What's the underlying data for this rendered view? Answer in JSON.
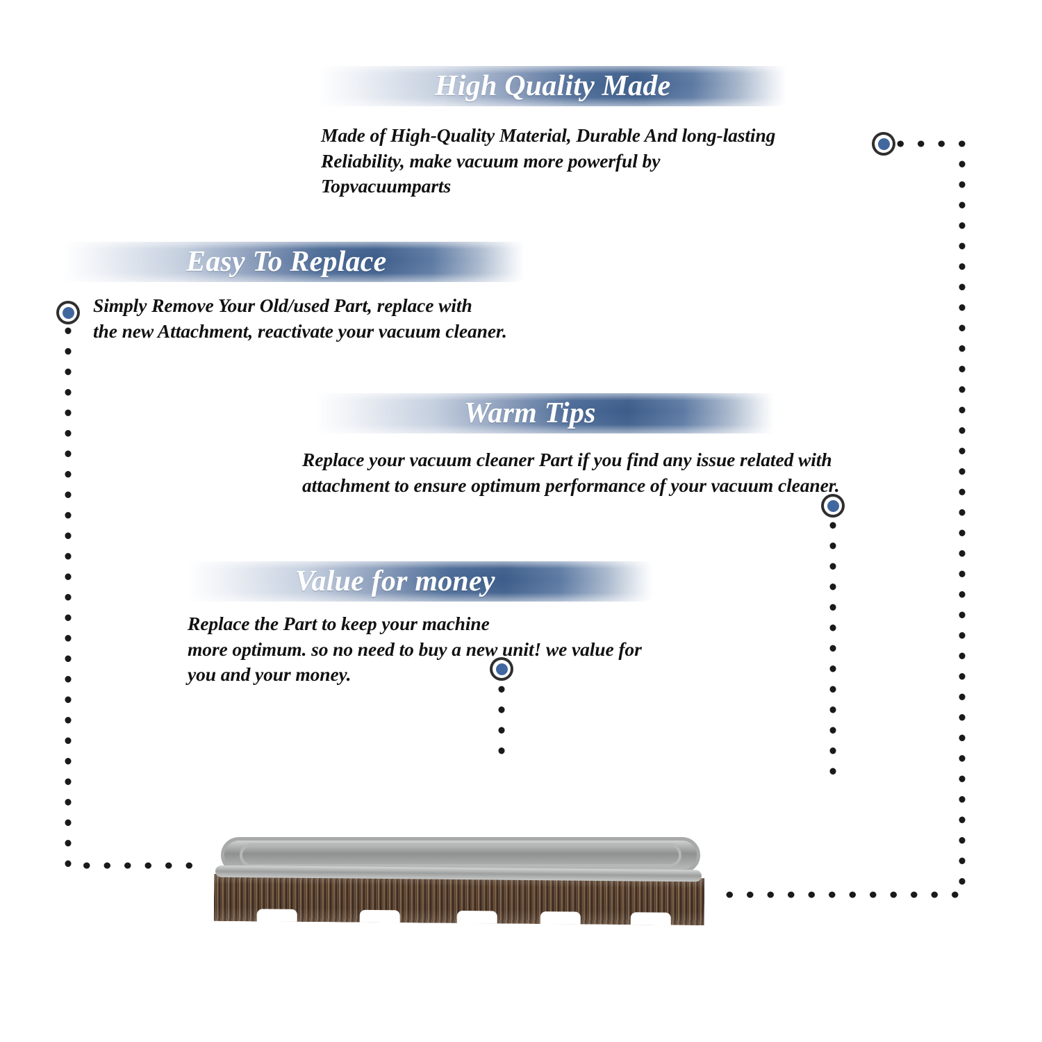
{
  "page": {
    "background_color": "#ffffff",
    "accent_blue": "#3d5d8a",
    "marker_fill": "#41679f",
    "marker_ring": "#2f2f2f",
    "text_color": "#111111"
  },
  "features": [
    {
      "id": "high-quality-made",
      "title": "High Quality Made",
      "body": "Made of  High-Quality Material, Durable And long-lasting\nReliability, make vacuum more powerful by Topvacuumparts"
    },
    {
      "id": "easy-to-replace",
      "title": "Easy To Replace",
      "body": "Simply Remove Your Old/used Part, replace with\nthe new Attachment, reactivate your vacuum cleaner."
    },
    {
      "id": "warm-tips",
      "title": "Warm Tips",
      "body": "Replace your vacuum cleaner Part if you find any issue related with\n attachment to ensure optimum performance of your vacuum cleaner."
    },
    {
      "id": "value-for-money",
      "title": "Value for money",
      "body": "Replace the Part to keep your machine\nmore optimum. so no need to buy a new unit! we value for\nyou and your money."
    }
  ],
  "markers": [
    {
      "id": "marker-high-quality-made",
      "name": "ring-marker-icon"
    },
    {
      "id": "marker-easy-to-replace",
      "name": "ring-marker-icon"
    },
    {
      "id": "marker-warm-tips",
      "name": "ring-marker-icon"
    },
    {
      "id": "marker-value-for-money",
      "name": "ring-marker-icon"
    }
  ],
  "product": {
    "name": "vacuum-dusting-brush-attachment",
    "description": "Oval metal frame dusting brush with natural brown bristles"
  }
}
